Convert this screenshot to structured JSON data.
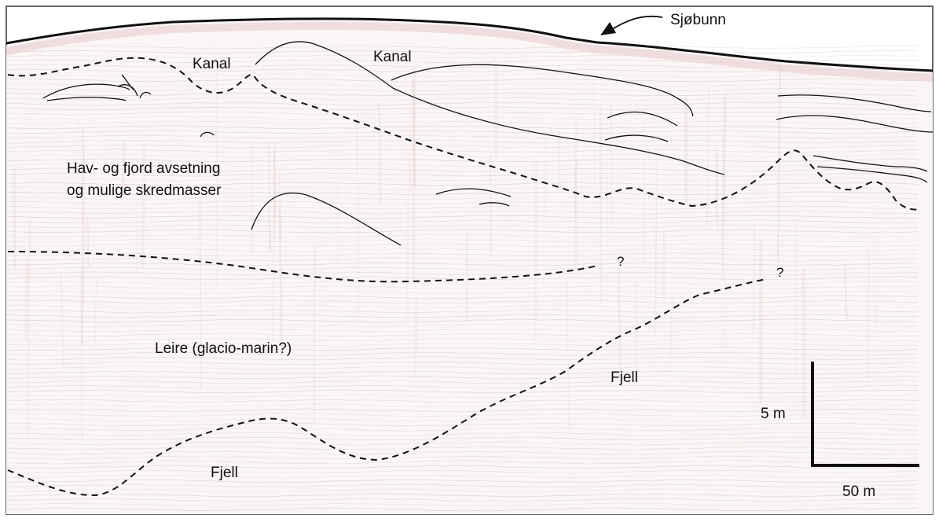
{
  "labels": {
    "seabed": "Sjøbunn",
    "channel_left": "Kanal",
    "channel_right": "Kanal",
    "marine_line1": "Hav- og fjord avsetning",
    "marine_line2": "og mulige skredmasser",
    "clay": "Leire (glacio-marin?)",
    "rock_right": "Fjell",
    "rock_left": "Fjell",
    "query_left": "?",
    "query_right": "?"
  },
  "scale": {
    "vertical": "5 m",
    "horizontal": "50 m"
  },
  "colors": {
    "reflector": "#c9a3a8",
    "line": "#111111",
    "background": "#fbf6f6"
  }
}
